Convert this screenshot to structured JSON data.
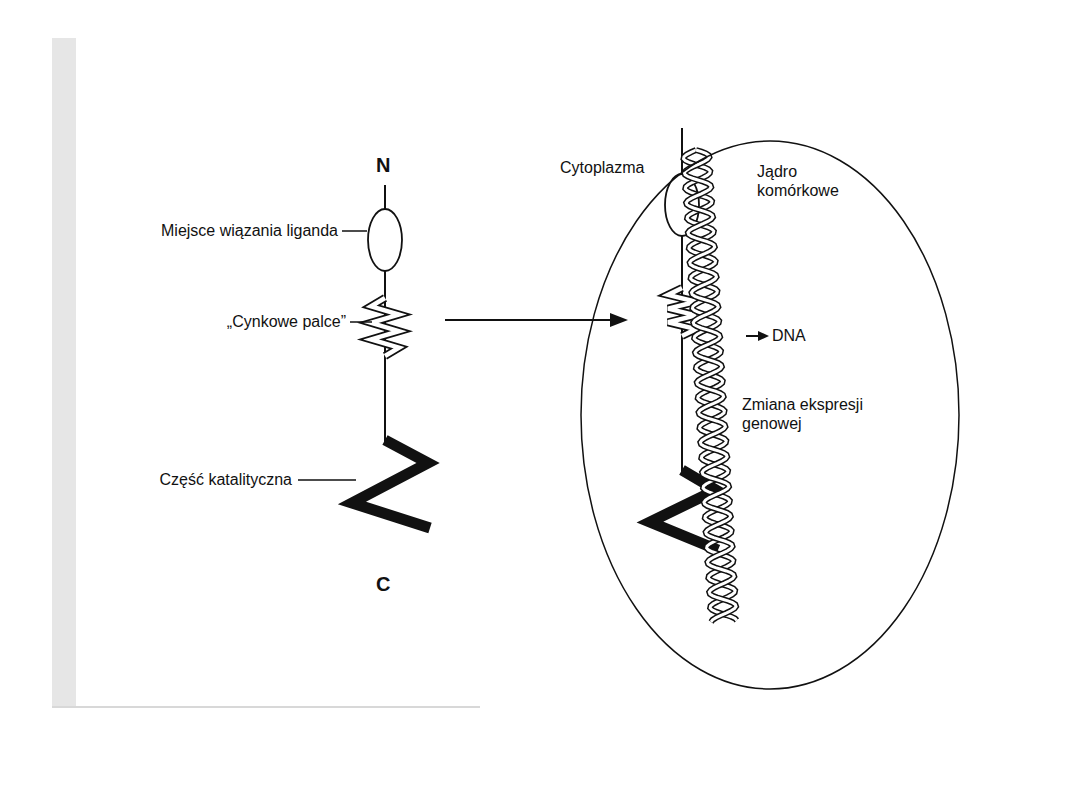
{
  "diagram": {
    "nodes": [
      {
        "text": [
          "Jądro komórkowe",
          "DNA",
          "Zmiana ekspresji genowej"
        ]
      }
    ],
    "labels": [
      "N",
      "Miejsce wiązania liganda",
      "„Cynkowe palce”",
      "Część katalityczna",
      "C",
      "Cytoplazma"
    ]
  }
}
